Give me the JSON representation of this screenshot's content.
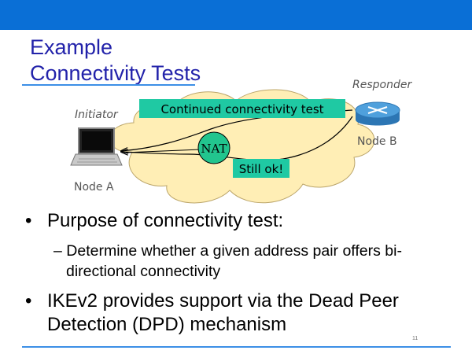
{
  "slide": {
    "title_line1": "Example",
    "title_line2": "Connectivity Tests",
    "page_number": "11"
  },
  "diagram": {
    "responder_label": "Responder",
    "initiator_label": "Initiator",
    "node_a_label": "Node A",
    "node_b_label": "Node B",
    "nat_label": "NAT",
    "request_label": "Continued connectivity test",
    "response_label": "Still ok!",
    "colors": {
      "label_box": "#1fc9a3",
      "cloud": "#ffeeb5",
      "nat": "#22c58e",
      "router": "#3b8fd0"
    },
    "icons": [
      "laptop-icon",
      "router-icon",
      "cloud-shape"
    ]
  },
  "bullets": [
    {
      "level": 1,
      "text": "Purpose of connectivity test:"
    },
    {
      "level": 2,
      "text": "– Determine whether a given address pair offers bi-directional connectivity"
    },
    {
      "level": 1,
      "text": "IKEv2 provides support via the Dead Peer Detection (DPD) mechanism"
    }
  ]
}
